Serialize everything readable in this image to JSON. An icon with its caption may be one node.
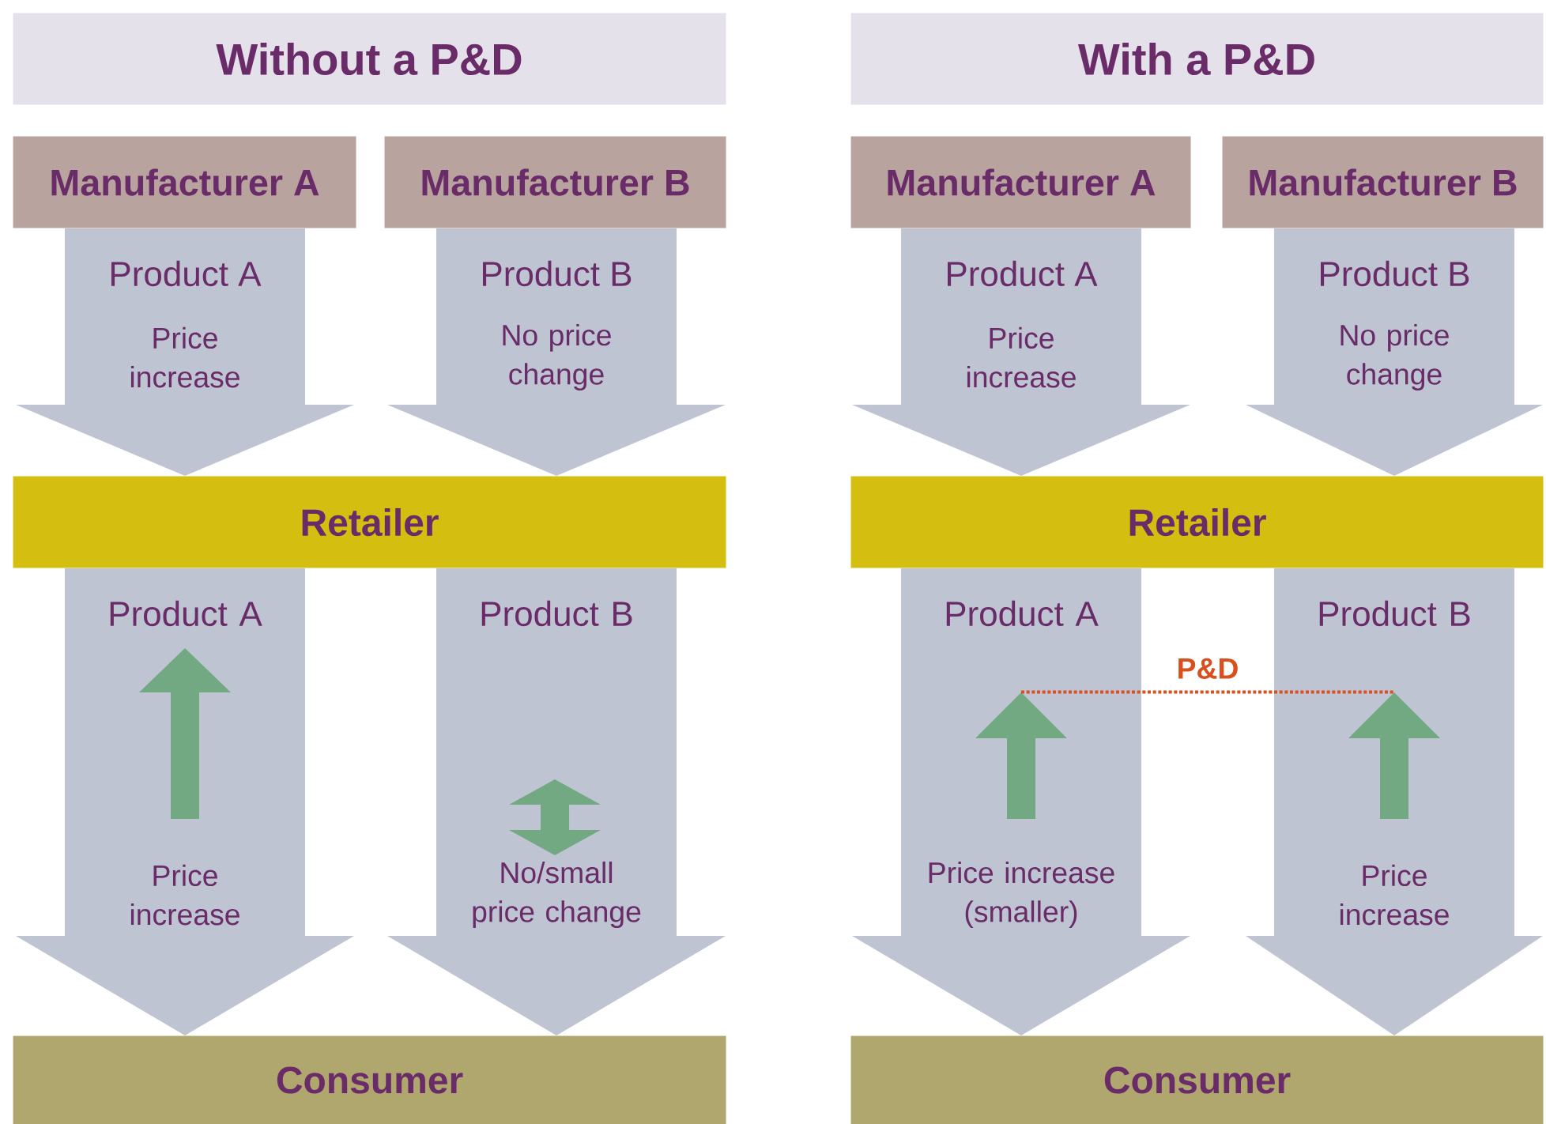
{
  "diagram": {
    "nodes": [
      {
        "text": [
          "Without a P&D"
        ]
      },
      {
        "text": [
          "With a P&D"
        ]
      },
      {
        "text": [
          "Manufacturer A"
        ]
      },
      {
        "text": [
          "Manufacturer B"
        ]
      },
      {
        "text": [
          "Retailer"
        ]
      },
      {
        "text": [
          "Consumer"
        ]
      },
      {
        "text": [
          "Manufacturer A"
        ]
      },
      {
        "text": [
          "Manufacturer B"
        ]
      },
      {
        "text": [
          "Retailer"
        ]
      },
      {
        "text": [],
        "shape": "arrow"
      },
      {
        "text": [],
        "shape": "arrow"
      },
      {
        "text": [
          "Consumer"
        ]
      }
    ],
    "edges": [
      {
        "from": 2,
        "to": 4,
        "arrow": "to",
        "label": "Product A"
      },
      {
        "from": 3,
        "to": 4,
        "arrow": "to",
        "label": "Product B"
      },
      {
        "from": 4,
        "to": 5,
        "arrow": "to"
      },
      {
        "from": 4,
        "to": 5,
        "arrow": "to"
      },
      {
        "from": 6,
        "to": 8,
        "arrow": "to",
        "label": "Product A"
      },
      {
        "from": 7,
        "to": 8,
        "arrow": "to",
        "label": "Product B"
      },
      {
        "from": 8,
        "to": 11,
        "arrow": "to"
      },
      {
        "from": 8,
        "to": 11,
        "arrow": "to"
      },
      {
        "from": 9,
        "to": 10,
        "arrow": "none",
        "label": "P&D",
        "style": "dashed",
        "color": "#d9501e"
      }
    ],
    "labels": [
      "Price increase",
      "No price change",
      "Product A",
      "Product B",
      "Price increase",
      "No/small price change",
      "Price increase",
      "No price change",
      "Product A",
      "Product B",
      "Price increase (smaller)",
      "Price increase"
    ]
  }
}
